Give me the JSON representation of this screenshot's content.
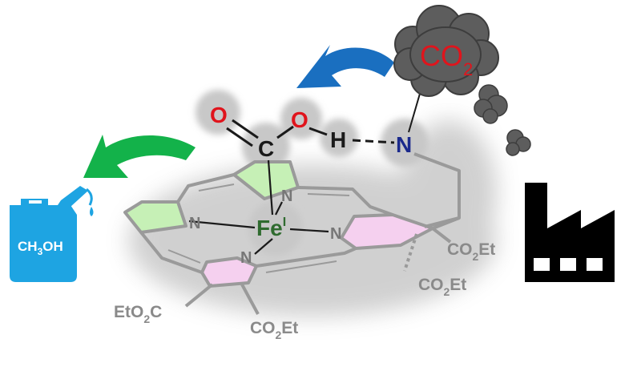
{
  "labels": {
    "co2": "CO",
    "co2_sub": "2",
    "ch3oh_c": "CH",
    "ch3oh_sub": "3",
    "ch3oh_oh": "OH",
    "o_carbonyl": "O",
    "o_hydroxyl": "O",
    "carbon": "C",
    "hydrogen": "H",
    "amine_n": "N",
    "iron": "Fe",
    "iron_ox": "I",
    "n_top": "N",
    "n_left": "N",
    "n_right": "N",
    "n_bottom": "N",
    "ester_right_upper": "CO",
    "ester_right_upper_sub": "2",
    "ester_right_upper_et": "Et",
    "ester_right_lower": "CO",
    "ester_right_lower_sub": "2",
    "ester_right_lower_et": "Et",
    "ester_bottom_left_pre": "EtO",
    "ester_bottom_left_sub": "2",
    "ester_bottom_left_c": "C",
    "ester_bottom_right": "CO",
    "ester_bottom_right_sub": "2",
    "ester_bottom_right_et": "Et"
  },
  "colors": {
    "blue_arrow": "#1a6fc0",
    "green_arrow": "#13b24a",
    "canister": "#1ea4e2",
    "co2_text": "#e0141c",
    "oxygen": "#e0141c",
    "nitrogen_amine": "#1b2a8c",
    "iron": "#2f6b2f",
    "pyrrole_green": "#c6f0b6",
    "pyrrole_pink": "#f5d0ef",
    "bond_gray": "#9a9a9a",
    "cloud": "#5d5d5d",
    "factory": "#000000"
  }
}
